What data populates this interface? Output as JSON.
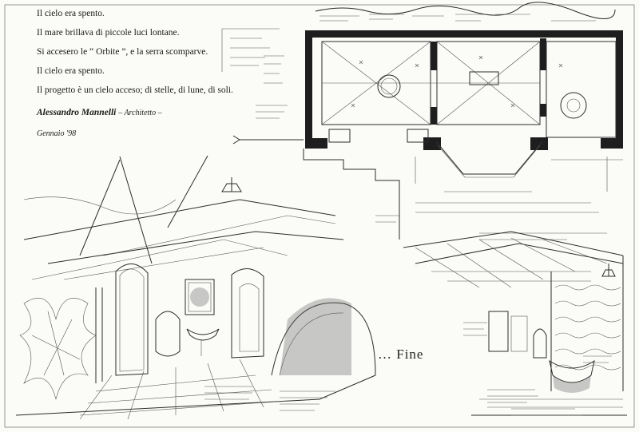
{
  "poem": {
    "lines": [
      "Il cielo era spento.",
      "Il mare brillava di piccole luci lontane.",
      "Si accesero le “ Orbite ”, e la serra scomparve.",
      "Il cielo era spento.",
      "Il progetto è un cielo acceso; di stelle, di lune, di soli."
    ]
  },
  "signature": {
    "name": "Alessandro Mannelli",
    "role": "– Architetto –"
  },
  "date": "Gennaio '98",
  "fine": "… Fine"
}
